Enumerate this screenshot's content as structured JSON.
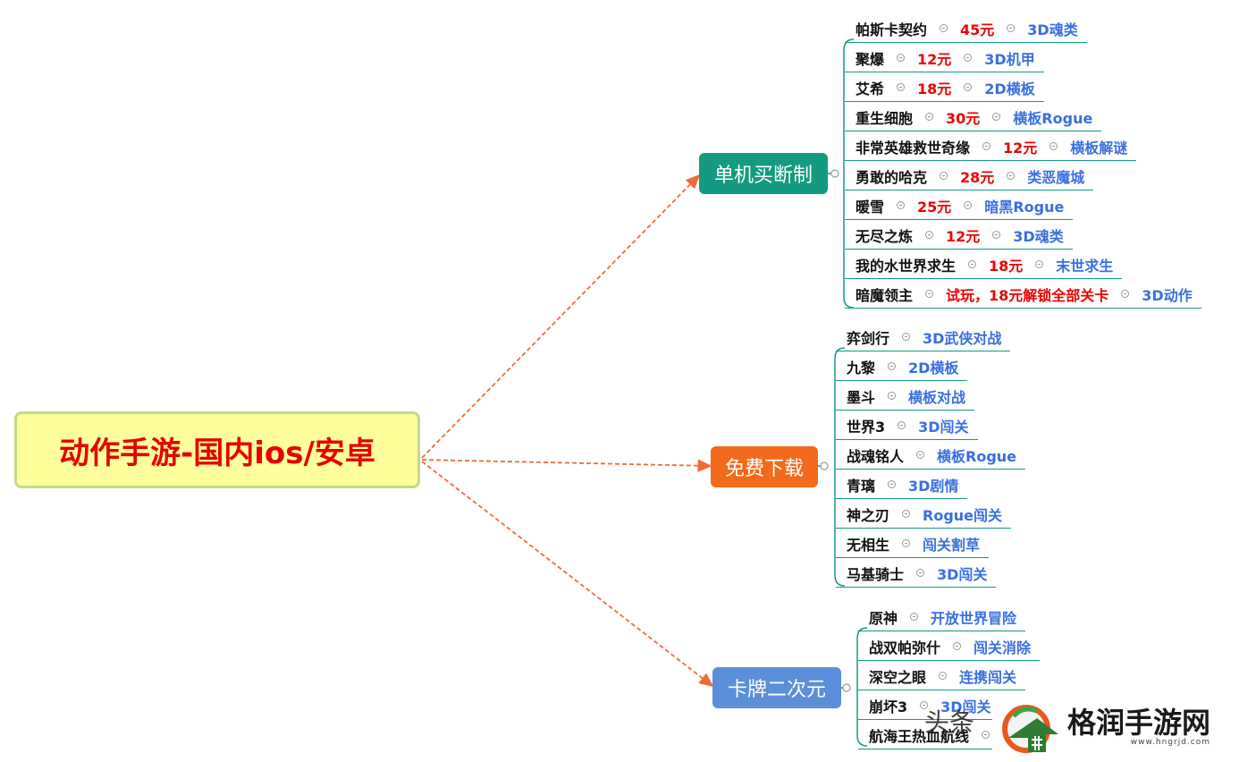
{
  "root": {
    "title": "动作手游-国内ios/安卓"
  },
  "branches": [
    {
      "label": "单机买断制",
      "color": "#129b80"
    },
    {
      "label": "免费下载",
      "color": "#f26a1b"
    },
    {
      "label": "卡牌二次元",
      "color": "#5b8fd9"
    }
  ],
  "buyout_games": [
    {
      "name": "帕斯卡契约",
      "price": "45元",
      "tag": "3D魂类"
    },
    {
      "name": "聚爆",
      "price": "12元",
      "tag": "3D机甲"
    },
    {
      "name": "艾希",
      "price": "18元",
      "tag": "2D横板"
    },
    {
      "name": "重生细胞",
      "price": "30元",
      "tag": "横板Rogue"
    },
    {
      "name": "非常英雄救世奇缘",
      "price": "12元",
      "tag": "横板解谜"
    },
    {
      "name": "勇敢的哈克",
      "price": "28元",
      "tag": "类恶魔城"
    },
    {
      "name": "暖雪",
      "price": "25元",
      "tag": "暗黑Rogue"
    },
    {
      "name": "无尽之炼",
      "price": "12元",
      "tag": "3D魂类"
    },
    {
      "name": "我的水世界求生",
      "price": "18元",
      "tag": "末世求生"
    },
    {
      "name": "暗魔领主",
      "price": "试玩，18元解锁全部关卡",
      "tag": "3D动作"
    }
  ],
  "free_games": [
    {
      "name": "弈剑行",
      "tag": "3D武侠对战"
    },
    {
      "name": "九黎",
      "tag": "2D横板"
    },
    {
      "name": "墨斗",
      "tag": "横板对战"
    },
    {
      "name": "世界3",
      "tag": "3D闯关"
    },
    {
      "name": "战魂铭人",
      "tag": "横板Rogue"
    },
    {
      "name": "青璃",
      "tag": "3D剧情"
    },
    {
      "name": "神之刃",
      "tag": "Rogue闯关"
    },
    {
      "name": "无相生",
      "tag": "闯关割草"
    },
    {
      "name": "马基骑士",
      "tag": "3D闯关"
    }
  ],
  "card_games": [
    {
      "name": "原神",
      "tag": "开放世界冒险"
    },
    {
      "name": "战双帕弥什",
      "tag": "闯关消除"
    },
    {
      "name": "深空之眼",
      "tag": "连携闯关"
    },
    {
      "name": "崩坏3",
      "tag": "3D闯关"
    },
    {
      "name": "航海王热血航线",
      "tag": ""
    }
  ],
  "watermark": {
    "text": "头条"
  },
  "brand": {
    "name": "格润手游网",
    "url": "www.hngrjd.com"
  },
  "colors": {
    "connector": "#f26a3a",
    "underline": "#139a86"
  }
}
